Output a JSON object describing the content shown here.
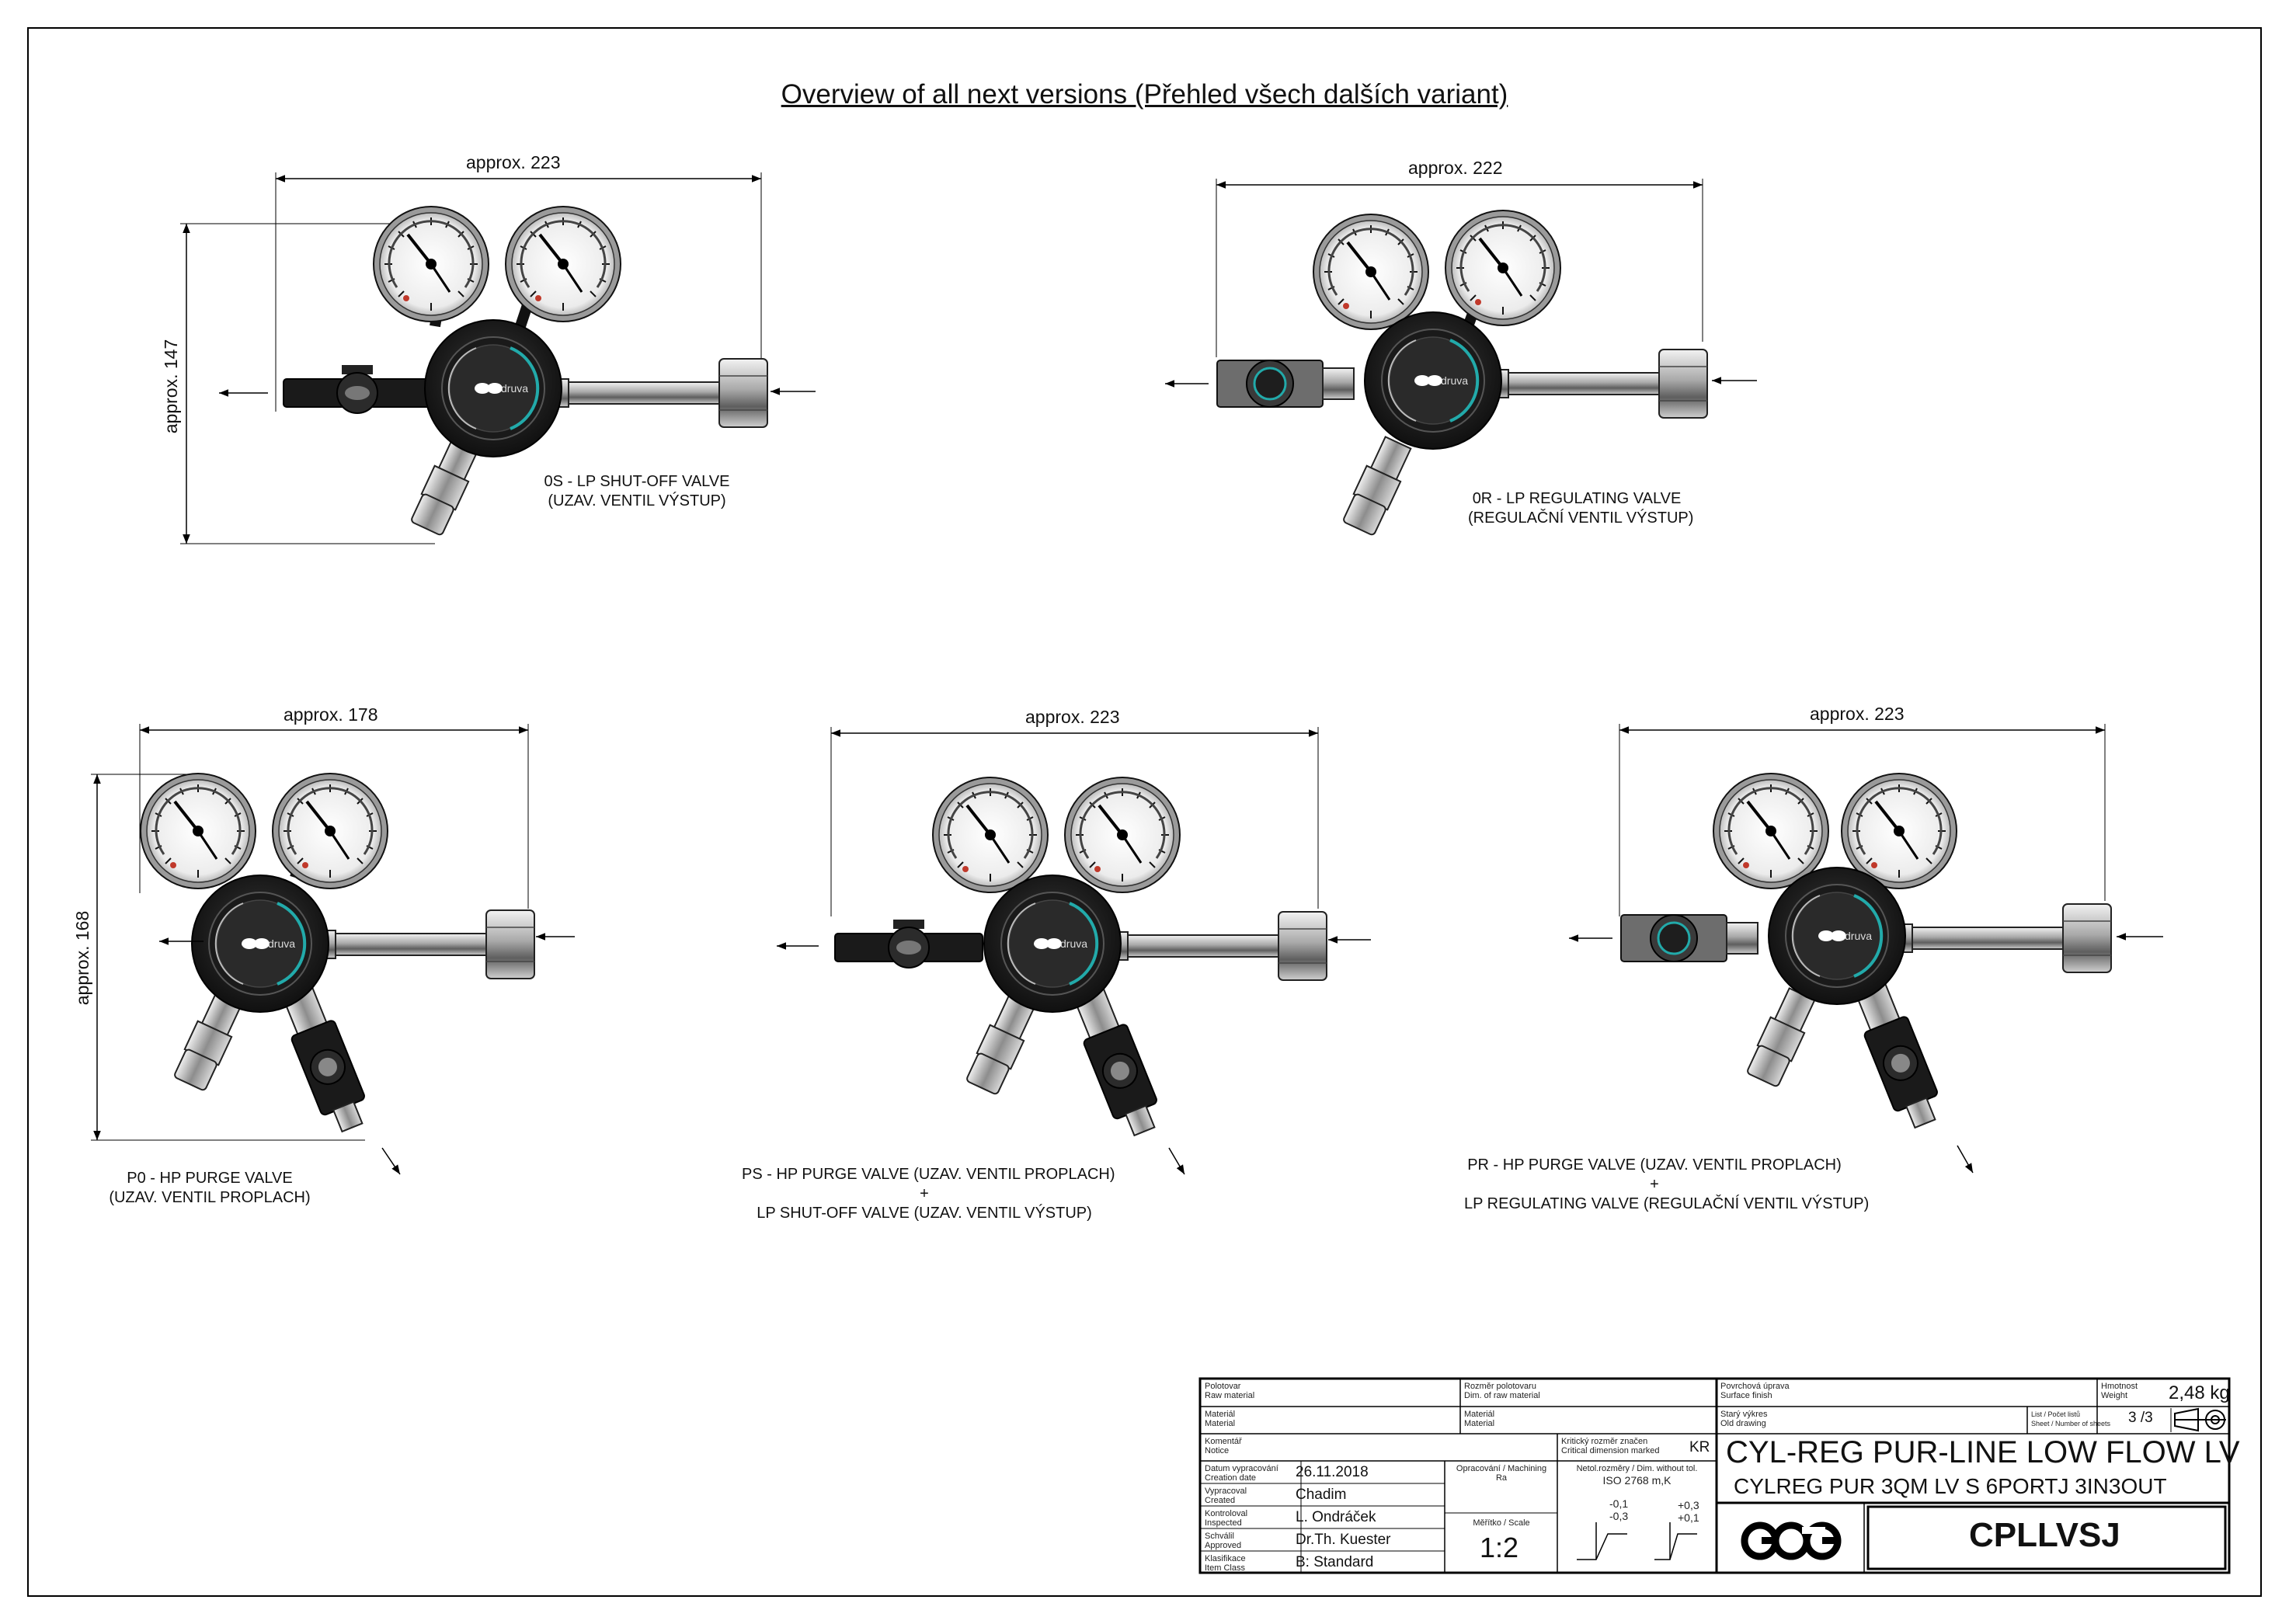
{
  "title": "Overview of all next versions (Přehled všech dalších variant)",
  "brand": {
    "gauge_label": "GCE druva",
    "logo_text": "GCE"
  },
  "variants": [
    {
      "id": "0S",
      "width_label": "approx. 223",
      "height_label": "approx. 147",
      "caption": [
        "0S - LP SHUT-OFF VALVE",
        "(UZAV. VENTIL VÝSTUP)"
      ]
    },
    {
      "id": "0R",
      "width_label": "approx. 222",
      "caption": [
        "0R - LP REGULATING VALVE",
        "(REGULAČNÍ VENTIL VÝSTUP)"
      ]
    },
    {
      "id": "P0",
      "width_label": "approx. 178",
      "height_label": "approx. 168",
      "caption": [
        "P0 - HP PURGE VALVE",
        "(UZAV. VENTIL PROPLACH)"
      ]
    },
    {
      "id": "PS",
      "width_label": "approx. 223",
      "caption": [
        "PS - HP PURGE VALVE (UZAV. VENTIL PROPLACH)",
        "+",
        "LP SHUT-OFF VALVE (UZAV. VENTIL VÝSTUP)"
      ]
    },
    {
      "id": "PR",
      "width_label": "approx. 223",
      "caption": [
        "PR - HP PURGE VALVE (UZAV. VENTIL PROPLACH)",
        "+",
        "LP REGULATING VALVE (REGULAČNÍ VENTIL VÝSTUP)"
      ]
    }
  ],
  "title_block": {
    "polotovar": [
      "Polotovar",
      "Raw material"
    ],
    "rozmer": [
      "Rozměr polotovaru",
      "Dim. of raw material"
    ],
    "material_left": [
      "Materiál",
      "Material"
    ],
    "material_right": [
      "Materiál",
      "Material"
    ],
    "komentar": [
      "Komentář",
      "Notice"
    ],
    "povrch": [
      "Povrchová úprava",
      "Surface finish"
    ],
    "stary": [
      "Starý výkres",
      "Old drawing"
    ],
    "hmotnost": [
      "Hmotnost",
      "Weight"
    ],
    "weight": "2,48 kg",
    "list": [
      "List / Počet listů",
      "Sheet / Number of sheets"
    ],
    "sheet": "3 /3",
    "kriticky": [
      "Kritický rozměr značen",
      "Critical dimension marked"
    ],
    "kr": "KR",
    "datum": [
      "Datum vypracování",
      "Creation date"
    ],
    "date": "26.11.2018",
    "vypracoval": [
      "Vypracoval",
      "Created"
    ],
    "created_by": "Chadim",
    "kontroloval": [
      "Kontroloval",
      "Inspected"
    ],
    "inspected_by": "L. Ondráček",
    "schvalil": [
      "Schválil",
      "Approved"
    ],
    "approved_by": "Dr.Th. Kuester",
    "klasifikace": [
      "Klasifikace",
      "Item Class"
    ],
    "item_class": "B: Standard",
    "opracovani": [
      "Opracování / Machining",
      "Ra"
    ],
    "netol": [
      "Netol.rozměry / Dim. without tol.",
      "ISO 2768 m,K"
    ],
    "meritko": "Měřítko / Scale",
    "scale": "1:2",
    "tol_left": [
      "-0,1",
      "-0,3"
    ],
    "tol_right": [
      "+0,3",
      "+0,1"
    ],
    "product_name": "CYL-REG PUR-LINE LOW FLOW LV",
    "product_desc": "CYLREG PUR 3QM LV S 6PORTJ 3IN3OUT",
    "code": "CPLLVSJ"
  }
}
